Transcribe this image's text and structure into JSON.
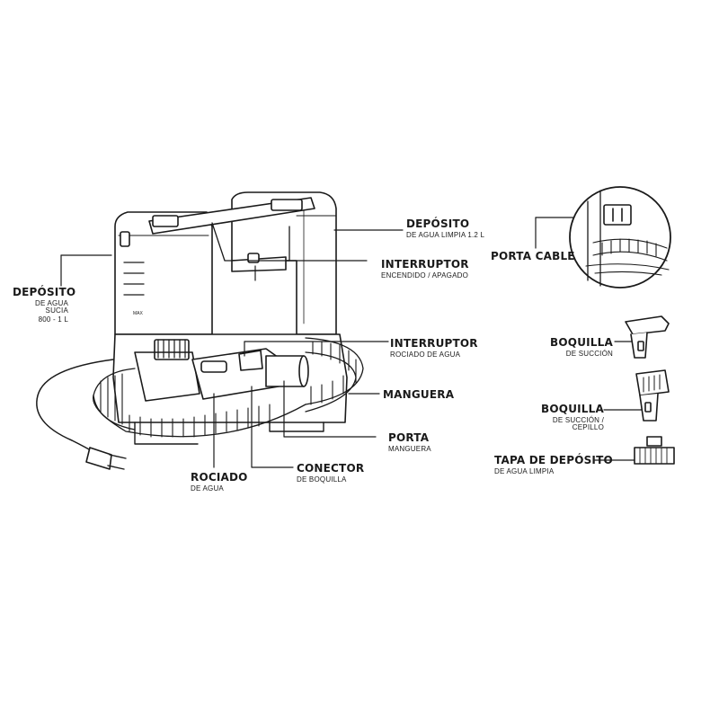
{
  "labels": {
    "deposito_limpia": {
      "title": "DEPÓSITO",
      "sub": "DE AGUA LIMPIA 1.2 L"
    },
    "deposito_sucia": {
      "title": "DEPÓSITO",
      "sub1": "DE AGUA SUCIA",
      "sub2": "800 - 1 L"
    },
    "interruptor_encendido": {
      "title": "INTERRUPTOR",
      "sub": "ENCENDIDO / APAGADO"
    },
    "interruptor_rociado": {
      "title": "INTERRUPTOR",
      "sub": "ROCIADO DE AGUA"
    },
    "manguera": {
      "title": "MANGUERA"
    },
    "porta_manguera": {
      "title": "PORTA",
      "sub": "MANGUERA"
    },
    "conector": {
      "title": "CONECTOR",
      "sub": "DE BOQUILLA"
    },
    "rociado": {
      "title": "ROCIADO",
      "sub": "DE AGUA"
    },
    "porta_cable": {
      "title": "PORTA CABLE"
    },
    "boquilla_succion": {
      "title": "BOQUILLA",
      "sub": "DE SUCCIÓN"
    },
    "boquilla_cepillo": {
      "title": "BOQUILLA",
      "sub": "DE SUCCIÓN / CEPILLO"
    },
    "tapa_deposito": {
      "title": "TAPA DE DEPÓSITO",
      "sub": "DE AGUA LIMPIA"
    }
  }
}
